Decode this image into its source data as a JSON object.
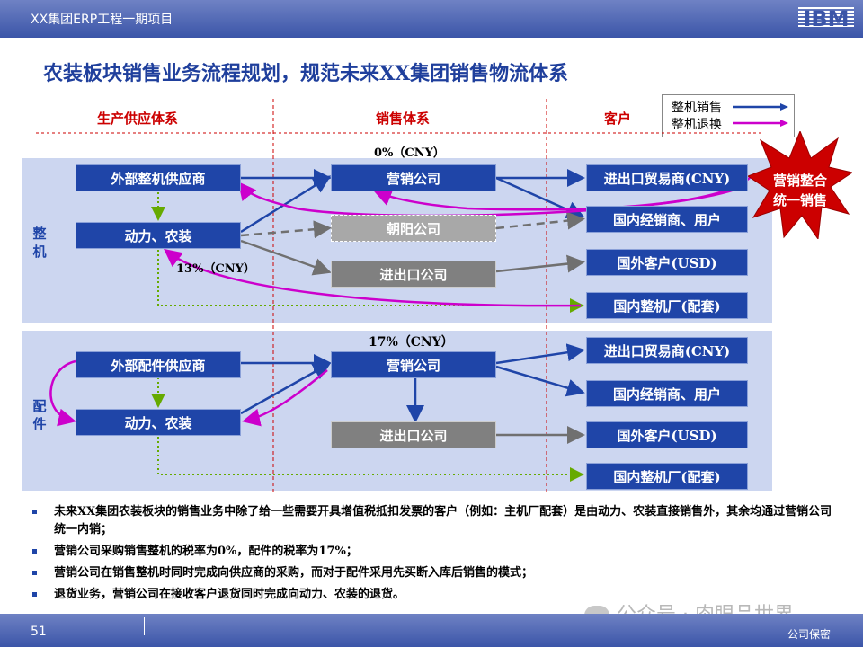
{
  "header": {
    "project": "XX集团ERP工程一期项目",
    "logo": "IBM"
  },
  "title": "农装板块销售业务流程规划，规范未来XX集团销售物流体系",
  "columns": {
    "supply": "生产供应体系",
    "sales": "销售体系",
    "customer": "客户"
  },
  "legend": {
    "item1": "整机销售",
    "item2": "整机退换",
    "item1_color": "#1f45a8",
    "item2_color": "#cc00cc"
  },
  "star": {
    "line1": "营销整合",
    "line2": "统一销售",
    "color": "#cc0000"
  },
  "upper": {
    "side_label": [
      "整",
      "机"
    ],
    "tax_top": "0%（CNY）",
    "tax_side": "13%（CNY）",
    "supplier": "外部整机供应商",
    "maker": "动力、农装",
    "marketing": "营销公司",
    "chaoyang": "朝阳公司",
    "impexp": "进出口公司",
    "cust1": "进出口贸易商(CNY)",
    "cust2": "国内经销商、用户",
    "cust3": "国外客户(USD)",
    "cust4": "国内整机厂(配套)"
  },
  "lower": {
    "side_label": [
      "配",
      "件"
    ],
    "tax_top": "17%（CNY）",
    "supplier": "外部配件供应商",
    "maker": "动力、农装",
    "marketing": "营销公司",
    "impexp": "进出口公司",
    "cust1": "进出口贸易商(CNY)",
    "cust2": "国内经销商、用户",
    "cust3": "国外客户(USD)",
    "cust4": "国内整机厂(配套)"
  },
  "notes": [
    "未来XX集团农装板块的销售业务中除了给一些需要开具增值税抵扣发票的客户（例如：主机厂配套）是由动力、农装直接销售外，其余均通过营销公司统一内销；",
    "营销公司采购销售整机的税率为0%，配件的税率为17%；",
    "营销公司在销售整机时同时完成向供应商的采购，而对于配件采用先买断入库后销售的模式；",
    "退货业务，营销公司在接收客户退货同时完成向动力、农装的退货。"
  ],
  "footer": {
    "page": "51",
    "confidential": "公司保密"
  },
  "watermark": "公众号 · 肉眼品世界"
}
